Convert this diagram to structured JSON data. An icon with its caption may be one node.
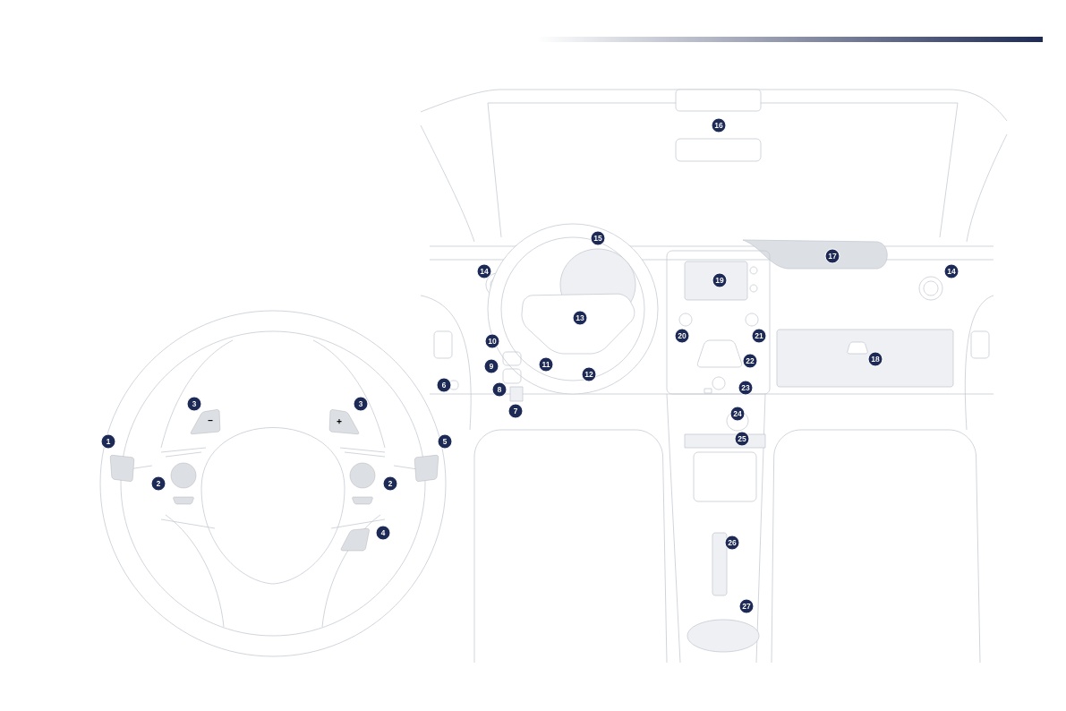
{
  "diagram": {
    "labels": [
      "16",
      "15",
      "17",
      "14",
      "19",
      "14",
      "13",
      "10",
      "20",
      "21",
      "9",
      "11",
      "22",
      "18",
      "6",
      "8",
      "12",
      "23",
      "3",
      "3",
      "7",
      "24",
      "1",
      "5",
      "25",
      "−",
      "+",
      "2",
      "2",
      "4",
      "26",
      "27"
    ]
  }
}
